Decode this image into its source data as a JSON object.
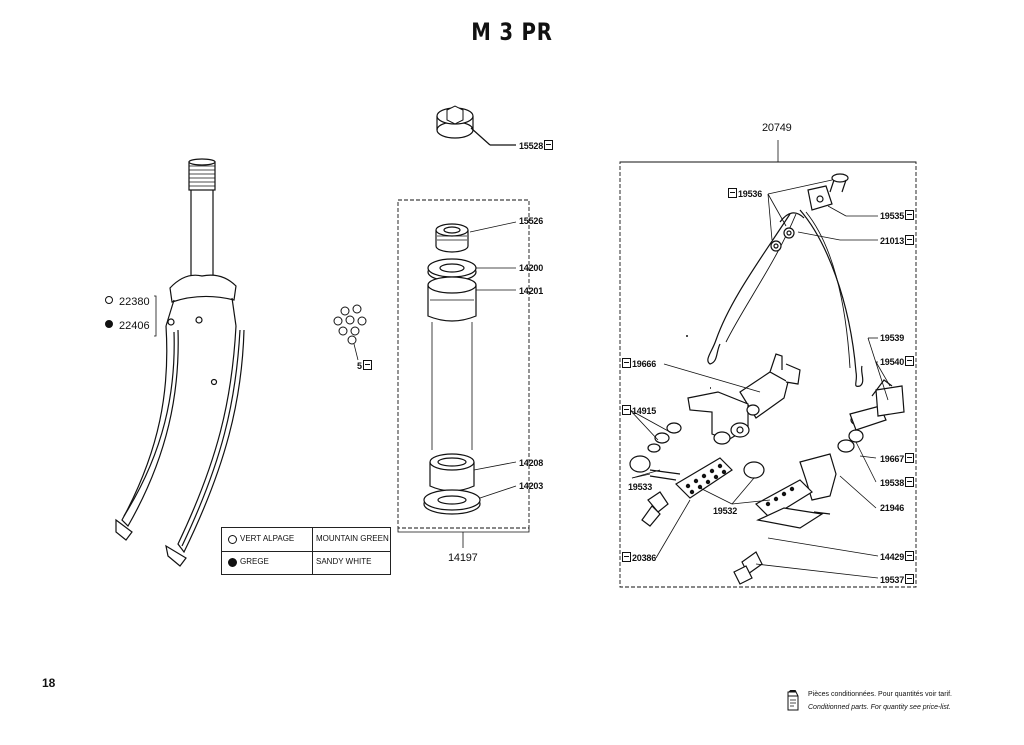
{
  "title": "M 3 PR",
  "page_number": "18",
  "fork": {
    "color_codes": [
      {
        "symbol": "open-circle",
        "code": "22380"
      },
      {
        "symbol": "filled-circle",
        "code": "22406"
      }
    ]
  },
  "headset": {
    "group_code": "14197",
    "parts": [
      "15528",
      "15526",
      "14200",
      "14201",
      "14208",
      "14203"
    ],
    "balls_code": "5"
  },
  "brake": {
    "group_code": "20749",
    "parts": [
      "19536",
      "19535",
      "21013",
      "19539",
      "19540",
      "19666",
      "14915",
      "19533",
      "19532",
      "20386",
      "19667",
      "19538",
      "21946",
      "14429",
      "19537"
    ]
  },
  "legend": {
    "rows": [
      {
        "symbol": "open-circle",
        "fr": "VERT ALPAGE",
        "en": "MOUNTAIN GREEN"
      },
      {
        "symbol": "filled-circle",
        "fr": "GREGE",
        "en": "SANDY WHITE"
      }
    ]
  },
  "footnote": {
    "icon": "package-icon",
    "fr": "Pièces conditionnées. Pour quantités voir tarif.",
    "en": "Conditionned parts. For quantity see price-list."
  }
}
